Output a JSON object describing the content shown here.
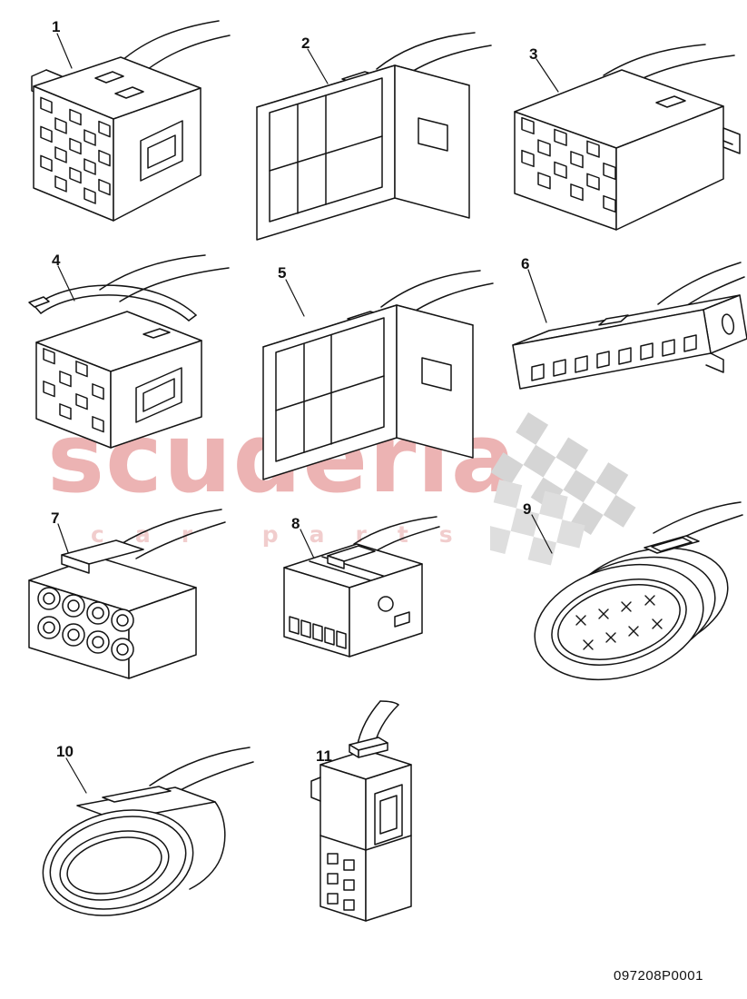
{
  "figure": {
    "type": "connector-housings-parts-diagram",
    "items": [
      {
        "label": "1"
      },
      {
        "label": "2"
      },
      {
        "label": "3"
      },
      {
        "label": "4"
      },
      {
        "label": "5"
      },
      {
        "label": "6"
      },
      {
        "label": "7"
      },
      {
        "label": "8"
      },
      {
        "label": "9"
      },
      {
        "label": "10"
      },
      {
        "label": "11"
      }
    ]
  },
  "watermark": {
    "title": "scuderia",
    "subtitle": "car parts",
    "flag": "checkered-flag",
    "title_color": "#db6a6a",
    "flag_color": "#d5d5d5"
  },
  "footer": {
    "part_number": "097208P0001"
  }
}
